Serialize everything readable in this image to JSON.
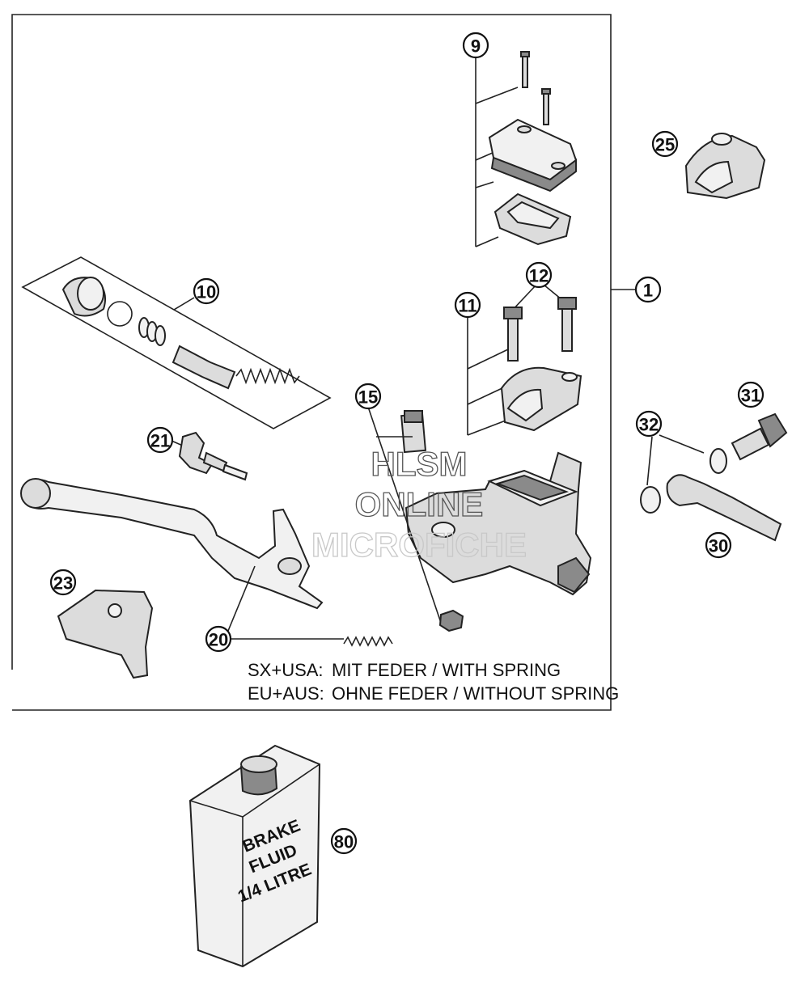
{
  "callouts": {
    "c1": "1",
    "c9": "9",
    "c10": "10",
    "c11": "11",
    "c12": "12",
    "c15": "15",
    "c20": "20",
    "c21": "21",
    "c23": "23",
    "c25": "25",
    "c30": "30",
    "c31": "31",
    "c32": "32",
    "c80": "80"
  },
  "notes": {
    "line1_prefix": "SX+USA:",
    "line1_text": "MIT FEDER / WITH SPRING",
    "line2_prefix": "EU+AUS:",
    "line2_text": "OHNE FEDER / WITHOUT SPRING"
  },
  "container_label": {
    "line1": "BRAKE",
    "line2": "FLUID",
    "line3": "1/4 LITRE"
  },
  "watermark": {
    "line1": "HLSM",
    "line2": "ONLINE",
    "line3": "MICROFICHE"
  },
  "icons": {
    "callout": "numbered-circle-icon",
    "container": "brake-fluid-bottle-icon"
  }
}
